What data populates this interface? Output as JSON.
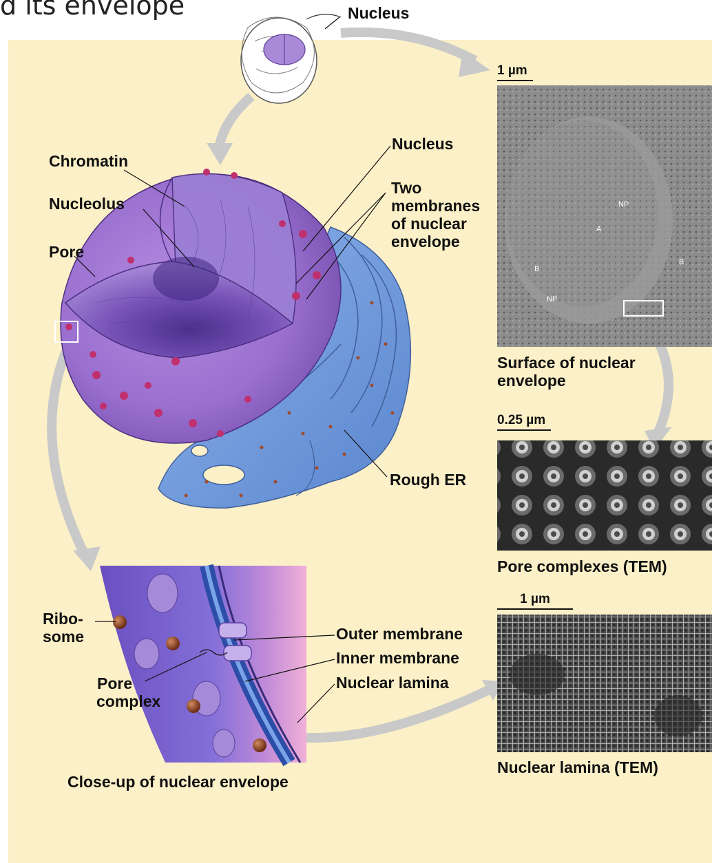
{
  "title_fragment": "d its envelope",
  "labels": {
    "nucleus_top": "Nucleus",
    "chromatin": "Chromatin",
    "nucleolus": "Nucleolus",
    "pore": "Pore",
    "nucleus": "Nucleus",
    "two_membranes": [
      "Two",
      "membranes",
      "of nuclear",
      "envelope"
    ],
    "rough_er": "Rough ER",
    "ribosome": [
      "Ribo-",
      "some"
    ],
    "pore_complex": [
      "Pore",
      "complex"
    ],
    "outer_membrane": "Outer membrane",
    "inner_membrane": "Inner membrane",
    "nuclear_lamina": "Nuclear lamina",
    "closeup_caption": "Close-up of nuclear envelope",
    "surface_caption": [
      "Surface of nuclear",
      "envelope"
    ],
    "pore_complexes_caption": "Pore complexes (TEM)",
    "nuclear_lamina_caption": "Nuclear lamina (TEM)"
  },
  "scale_bars": {
    "surface": "1 µm",
    "pores": "0.25 µm",
    "lamina": "1 µm"
  },
  "micrograph_marks": [
    "NP",
    "A",
    "B",
    "B",
    "NP"
  ],
  "colors": {
    "panel_bg": "#fbf0c7",
    "nucleus_purple": "#8a62c9",
    "er_blue": "#6f98d8",
    "arrow_gray": "#c9c9c9",
    "pore_magenta": "#c0306e"
  }
}
